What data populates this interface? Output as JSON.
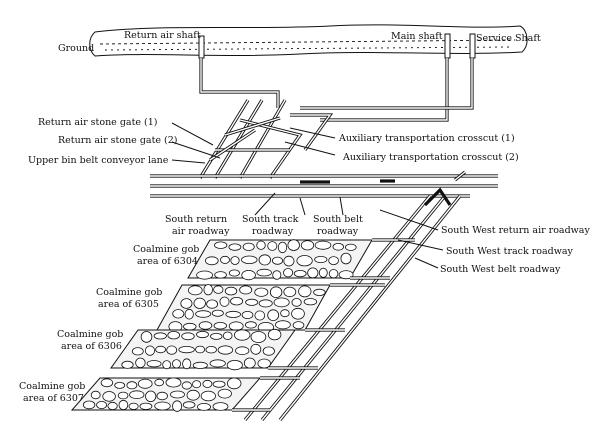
{
  "surface": {
    "ground": "Ground",
    "return_air_shaft": "Return air shaft",
    "main_shaft": "Main shaft",
    "service_shaft": "Service Shaft"
  },
  "left_labels": {
    "stone_gate_1": "Return air stone gate (1)",
    "stone_gate_2": "Return air stone gate (2)",
    "upper_bin": "Upper bin belt conveyor lane"
  },
  "crosscut_labels": {
    "aux_1": "Auxiliary transportation crosscut (1)",
    "aux_2": "Auxiliary transportation crosscut (2)"
  },
  "south_labels": {
    "return_air": [
      "South return",
      "air roadway"
    ],
    "track": [
      "South track",
      "roadway"
    ],
    "belt": [
      "South belt",
      "roadway"
    ]
  },
  "south_west_labels": {
    "return_air": "South West return air roadway",
    "track": "South West track roadway",
    "belt": "South West belt roadway"
  },
  "gobs": [
    {
      "line1": "Coalmine gob",
      "line2": "area of 6304"
    },
    {
      "line1": "Coalmine gob",
      "line2": "area of 6305"
    },
    {
      "line1": "Coalmine gob",
      "line2": "area of 6306"
    },
    {
      "line1": "Coalmine gob",
      "line2": "area of 6307"
    }
  ]
}
